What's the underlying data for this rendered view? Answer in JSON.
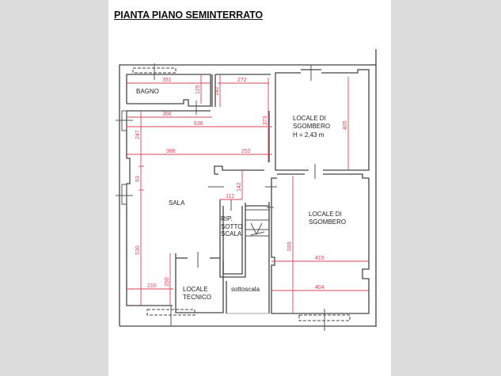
{
  "title": "PIANTA PIANO SEMINTERRATO",
  "rooms": {
    "bagno": "BAGNO",
    "sala": "SALA",
    "locale_sgombero_1_line1": "LOCALE DI",
    "locale_sgombero_1_line2": "SGOMBERO",
    "locale_sgombero_1_height": "H = 2,43 m",
    "locale_sgombero_2_line1": "LOCALE DI",
    "locale_sgombero_2_line2": "SGOMBERO",
    "rip_line1": "RIP.",
    "rip_line2": "SOTTO",
    "rip_line3": "SCALA",
    "locale_tecnico_line1": "LOCALE",
    "locale_tecnico_line2": "TECNICO",
    "sottoscala": "sottoscala"
  },
  "dimensions": {
    "bagno_width": "351",
    "top_right_width": "272",
    "bagno_depth": "125",
    "corridor_depth": "142",
    "corridor_width": "366",
    "sala_full_width": "638",
    "right_depth": "373",
    "left_upper": "247",
    "sala_left_part": "386",
    "sala_right_part": "252",
    "window_gap": "93",
    "stair_landing": "142",
    "stair_width": "112",
    "sala_depth": "530",
    "nook_width": "210",
    "nook_depth": "250",
    "sgombero1_depth": "405",
    "sgombero2_depth": "599",
    "sgombero2_width": "415",
    "sgombero2_width_lower": "404"
  }
}
